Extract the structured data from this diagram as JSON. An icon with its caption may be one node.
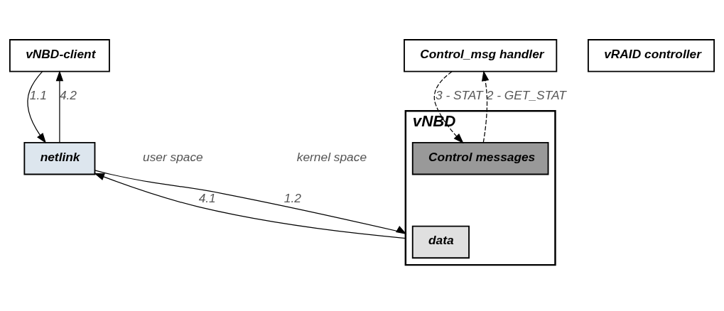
{
  "diagram": {
    "nodes": [
      {
        "text": [
          "vNBD-client"
        ]
      },
      {
        "text": [
          "vRAID controller"
        ]
      },
      {
        "text": [
          "Control_msg handler"
        ]
      },
      {
        "text": [
          "netlink"
        ]
      },
      {
        "text": [
          "vNBD"
        ]
      },
      {
        "text": [
          "data"
        ],
        "in": 4
      },
      {
        "text": [
          "Control messages"
        ],
        "in": 4
      }
    ],
    "edges": [
      {
        "from": 0,
        "to": 3,
        "arrow": "to",
        "label": "1.1"
      },
      {
        "from": 3,
        "to": 0,
        "arrow": "to",
        "label": "4.2"
      },
      {
        "from": 3,
        "to": 4,
        "arrow": "to",
        "label": "1.2"
      },
      {
        "from": 4,
        "to": 3,
        "arrow": "to",
        "label": "4.1"
      },
      {
        "from": 2,
        "to": 6,
        "arrow": "to",
        "label": "3 - STAT",
        "style": "dashed"
      },
      {
        "from": 6,
        "to": 2,
        "arrow": "to",
        "label": "2 - GET_STAT",
        "style": "dashed"
      }
    ],
    "labels": [
      "user space",
      "kernel space"
    ]
  }
}
